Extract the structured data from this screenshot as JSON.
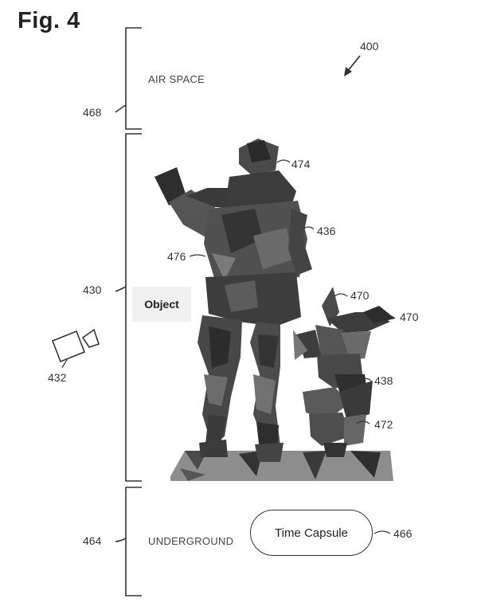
{
  "figure": {
    "title": "Fig. 4",
    "number": "400"
  },
  "regions": {
    "air_space": {
      "label": "AIR SPACE",
      "ref": "468"
    },
    "object_region": {
      "ref": "430"
    },
    "underground": {
      "label": "UNDERGROUND",
      "ref": "464"
    }
  },
  "object": {
    "label": "Object",
    "ref": "436"
  },
  "camera": {
    "ref": "432"
  },
  "time_capsule": {
    "label": "Time Capsule",
    "ref": "466"
  },
  "callouts": {
    "head": "474",
    "human_body": "476",
    "tree_top_left": "470",
    "tree_top_right": "470",
    "tree_trunk": "438",
    "tree_lower": "472"
  },
  "colors": {
    "line": "#333333",
    "shade_dark": "#2e2e2e",
    "shade_mid": "#555555",
    "shade_light": "#8a8a8a"
  }
}
